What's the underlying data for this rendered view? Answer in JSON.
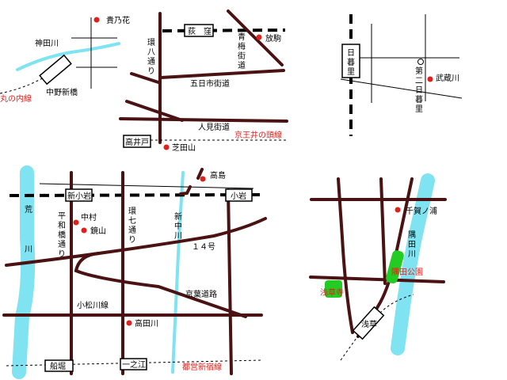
{
  "top_left": {
    "landmarks": {
      "kinonohana": "貴乃花"
    },
    "rivers": {
      "kandagawa": "神田川"
    },
    "stations": {
      "nakano_shinbashi": "中野新橋"
    },
    "lines": {
      "marunouchi": "丸の内線"
    }
  },
  "top_center": {
    "roads": {
      "kanpachi": "環八通り",
      "oume": "青梅街道",
      "itsukaichi": "五日市街道",
      "hitomi": "人見街道"
    },
    "stations": {
      "ogikubo": "荻　窪",
      "takaido": "高井戸"
    },
    "landmarks": {
      "hokoma": "放駒",
      "shibatayama": "芝田山"
    },
    "lines": {
      "keio_inokashira": "京王井の頭線"
    }
  },
  "top_right": {
    "stations": {
      "nippori": "日暮里"
    },
    "landmarks": {
      "dai2_nippori": "第二日暮里小",
      "musashigawa": "武蔵川"
    }
  },
  "bottom_left": {
    "landmarks": {
      "takashima": "高島",
      "nakamura": "中村",
      "kagamiyama": "鏡山",
      "takadagawa": "高田川"
    },
    "stations": {
      "shinkoiwa": "新小岩",
      "koiwa": "小岩",
      "funabori": "船堀",
      "ichinoe": "一之江"
    },
    "rivers": {
      "ara": "荒川",
      "shinnaka": "新中川"
    },
    "roads": {
      "heiwabashi": "平和橋通り",
      "kannana": "環七通り",
      "r14": "１４号",
      "keiyo": "京葉道路",
      "komatsugawa": "小松川線"
    },
    "lines": {
      "toei_shinjuku": "都営新宿線"
    }
  },
  "bottom_right": {
    "landmarks": {
      "chiganoura": "千賀ノ浦"
    },
    "rivers": {
      "sumida": "隅田川"
    },
    "parks": {
      "sumida_park": "隅田公園"
    },
    "temples": {
      "sensoji": "浅草寺"
    },
    "stations": {
      "asakusa": "浅草"
    }
  },
  "colors": {
    "road": "#4a1212",
    "river": "#7fe3f2",
    "marker": "#e0201c",
    "park": "#22cc22",
    "rail": "#000000"
  }
}
